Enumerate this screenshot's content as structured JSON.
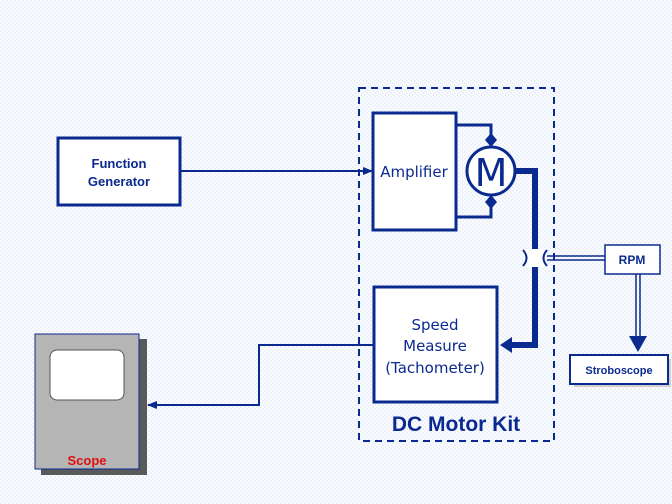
{
  "function_generator": {
    "line1": "Function",
    "line2": "Generator"
  },
  "amplifier": {
    "label": "Amplifier"
  },
  "motor": {
    "symbol": "M"
  },
  "speed_measure": {
    "line1": "Speed",
    "line2": "Measure",
    "line3": "(Tachometer)"
  },
  "kit": {
    "label": "DC Motor Kit"
  },
  "rpm": {
    "label": "RPM"
  },
  "stroboscope": {
    "label": "Stroboscope"
  },
  "scope": {
    "label": "Scope"
  },
  "colors": {
    "primary": "#0b2a8f",
    "scope_label": "#e01010",
    "scope_body": "#b5b5b5"
  }
}
